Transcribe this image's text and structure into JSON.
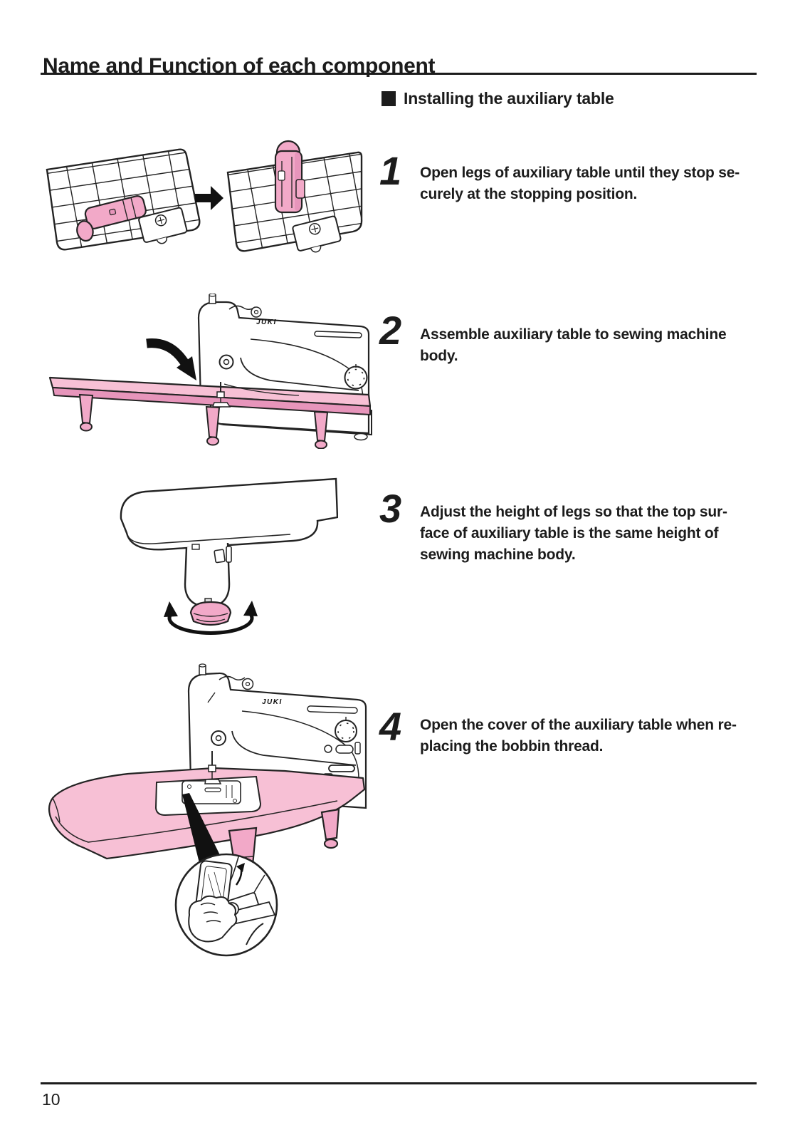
{
  "header": {
    "title": "Name and Function of each component"
  },
  "section": {
    "heading": "Installing the auxiliary table"
  },
  "steps": [
    {
      "number": "1",
      "lines": [
        "Open legs of auxiliary table until they stop se-",
        "curely at the stopping position."
      ]
    },
    {
      "number": "2",
      "lines": [
        "Assemble auxiliary table to sewing machine",
        "body."
      ]
    },
    {
      "number": "3",
      "lines": [
        "Adjust the height of legs so that the top sur-",
        "face of auxiliary table is the same height of",
        "sewing machine body."
      ]
    },
    {
      "number": "4",
      "lines": [
        "Open the cover of the auxiliary table when re-",
        "placing the bobbin thread."
      ]
    }
  ],
  "brand_label": "JUKI",
  "footer": {
    "page_number": "10"
  },
  "colors": {
    "table_pink": "#f7c0d5",
    "leg_pink": "#f2a9c8",
    "shade_pink": "#e795bb",
    "line": "#232323",
    "text": "#1c1c1c"
  }
}
